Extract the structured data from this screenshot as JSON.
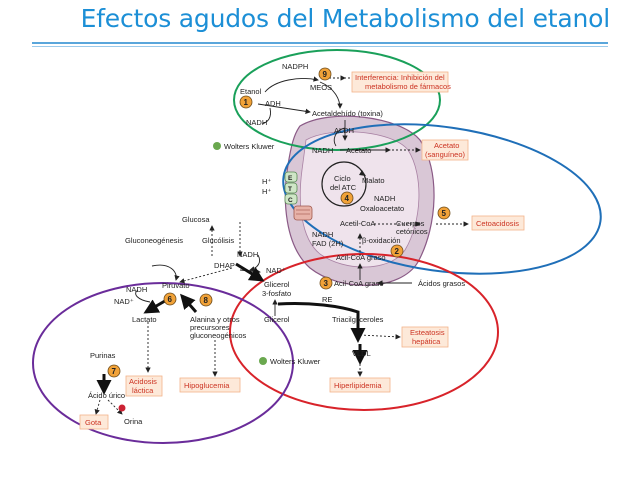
{
  "title": "Efectos agudos del Metabolismo del etanol",
  "labels": {
    "nadph_top": "NADPH",
    "meos": "MEOS",
    "etanol": "Etanol",
    "adh": "ADH",
    "nadh_1": "NADH",
    "acetaldehido": "Acetaldehído (toxina)",
    "aldh": "ALDH",
    "nadh_2": "NADH",
    "acetato": "Acetato",
    "wolters_1": "Wolters Kluwer",
    "wolters_2": "Wolters Kluwer",
    "h1": "H⁺",
    "h2": "H⁺",
    "e": "E",
    "t": "T",
    "c": "C",
    "ciclo": "Ciclo",
    "del_atc": "del ATC",
    "malato": "Malato",
    "nadh_3": "NADH",
    "oxaloacetato": "Oxaloacetato",
    "acetilcoa": "Acetil-CoA",
    "cuerpos": "Cuerpos",
    "cetonicos": "cetónicos",
    "nadh_4": "NADH",
    "fad": "FAD (2H)",
    "beta_ox": "β-oxidación",
    "acil_graso": "Acil-CoA graso",
    "acil_graso_2": "Acil-CoA graso",
    "acidos_grasos": "Ácidos grasos",
    "glucosa": "Glucosa",
    "gluconeogenesis": "Gluconeogénesis",
    "glucolisis": "Glucólisis",
    "nadh_5": "NADH",
    "dhap": "DHAP",
    "nad_1": "NAD⁺",
    "glicerol_3f_a": "Glicerol",
    "glicerol_3f_b": "3-fosfato",
    "re": "RE",
    "glicerol": "Glicerol",
    "triacilgliceroles": "Triacilgliceroles",
    "vldl": "VLDL",
    "piruvato": "Piruvato",
    "nadh_6": "NADH",
    "nad_2": "NAD⁺",
    "lactato": "Lactato",
    "alanina_1": "Alanina y otros",
    "alanina_2": "precursores",
    "alanina_3": "gluconeogénicos",
    "purinas": "Purinas",
    "acido_urico": "Ácido úrico",
    "orina": "Orina"
  },
  "boxes": {
    "interferencia_1": "Interferencia: Inhibición del",
    "interferencia_2": "metabolismo de fármacos",
    "acetato_sang_1": "Acetato",
    "acetato_sang_2": "(sanguíneo)",
    "cetoacidosis": "Cetoacidosis",
    "esteatosis_1": "Esteatosis",
    "esteatosis_2": "hepática",
    "hiperlipidemia": "Hiperlipidemia",
    "hipoglucemia": "Hipoglucemia",
    "acidosis_1": "Acidosis",
    "acidosis_2": "láctica",
    "gota": "Gota"
  },
  "numbers": {
    "n1": "1",
    "n2": "2",
    "n3": "3",
    "n4": "4",
    "n5": "5",
    "n6": "6",
    "n7": "7",
    "n8": "8",
    "n9": "9"
  },
  "colors": {
    "title": "#1c8fd6",
    "green_ellipse": "#1aa05a",
    "blue_ellipse": "#1f6fb8",
    "red_ellipse": "#d8232a",
    "purple_ellipse": "#6a2c9a",
    "mito_fill": "#d9c7d6",
    "box_fill": "#fde9d9",
    "box_border": "#f3b38a",
    "box_text": "#cc3322",
    "badge_fill": "#f1a238"
  }
}
